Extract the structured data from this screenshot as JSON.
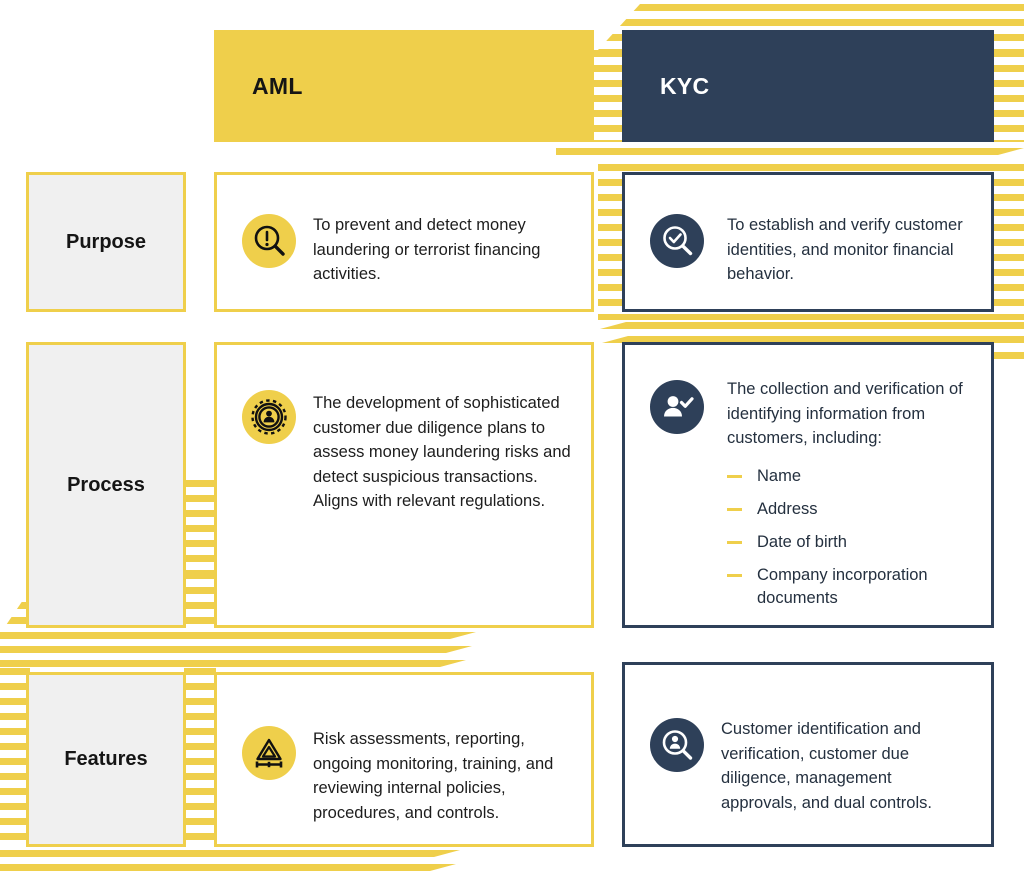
{
  "title": "AML vs KYC comparison",
  "colors": {
    "accent_yellow": "#EFCF4B",
    "navy": "#2E4059",
    "label_gray": "#F0F0F0",
    "text_dark": "#1d1d1d"
  },
  "headers": {
    "aml": "AML",
    "kyc": "KYC"
  },
  "rows": [
    {
      "label": "Purpose",
      "aml": {
        "icon": "magnifier-alert-icon",
        "text": "To prevent and detect money laundering or terrorist financing activities."
      },
      "kyc": {
        "icon": "magnifier-check-icon",
        "text": "To establish and verify customer identities, and monitor financial behavior."
      }
    },
    {
      "label": "Process",
      "aml": {
        "icon": "gear-person-icon",
        "text": "The development of sophisticated customer due diligence plans to assess money laundering risks and detect suspicious transactions. Aligns with relevant regulations."
      },
      "kyc": {
        "icon": "person-check-icon",
        "text": "The collection and verification of identifying information from customers, including:",
        "bullets": [
          "Name",
          "Address",
          "Date of birth",
          "Company incorporation documents"
        ]
      }
    },
    {
      "label": "Features",
      "aml": {
        "icon": "warning-triangle-gauge-icon",
        "text": "Risk assessments, reporting, ongoing monitoring, training, and reviewing internal policies, procedures, and controls."
      },
      "kyc": {
        "icon": "magnifier-person-icon",
        "text": "Customer identification and verification, customer due diligence, management approvals, and dual controls."
      }
    }
  ]
}
